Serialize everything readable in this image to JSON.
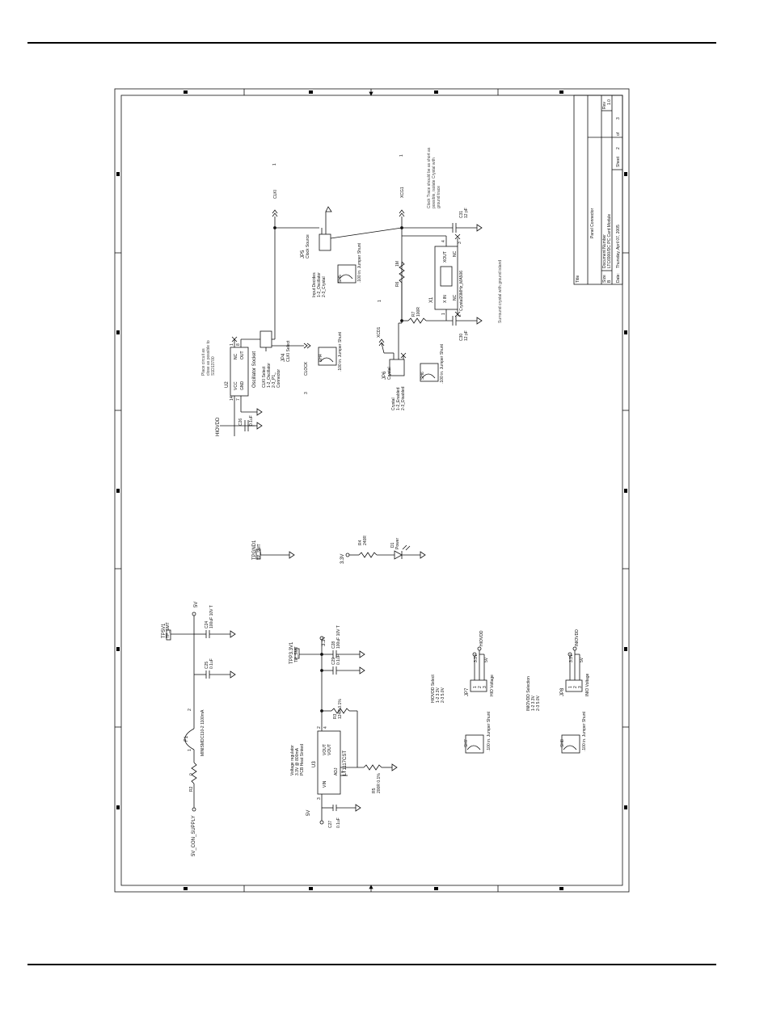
{
  "title_block": {
    "title_key": "Title",
    "title_val": "Panel Connector",
    "size_key": "Size",
    "size_val": "B",
    "doc_key": "Document Number",
    "doc_val": "LTC6900/DC PC Card Module",
    "rev_key": "Rev",
    "rev_val": "1.0",
    "date_key": "Date:",
    "date_val": "Thursday, April 07, 2005",
    "sheet_key": "Sheet",
    "sheet_num": "2",
    "of": "of",
    "sheet_total": "3"
  },
  "power": {
    "tp5v1": "TP5V1",
    "tp5v1_type": "TP_SMT",
    "v5": "5V",
    "c24": "C24",
    "c24_val": "100uF 10V T",
    "c25": "C25",
    "c25_val": "0.1uF",
    "f1": "F1",
    "f1_val": "MINISMDC110-2 1100mA",
    "r2": "R2",
    "r2_val": "0",
    "supply": "5V_CON_SUPPLY",
    "pin1": "1",
    "pin2": "2"
  },
  "regulator": {
    "u3": "U3",
    "u3_part": "LT1117CST",
    "desc1": "Voltage regulator",
    "desc2": "3.3V @ 800mA",
    "desc3": "PCB Heat Sinked",
    "vin": "VIN",
    "vout1": "VOUT",
    "vout2": "VOUT",
    "adj": "ADJ",
    "p3": "3",
    "p2": "2",
    "p4": "4",
    "p1": "1",
    "tp33": "TPP3.3V1",
    "tp33_type": "TP_SMT",
    "v33": "3.3V",
    "c28": "C28",
    "c28_val": "100uF 10V T",
    "c29": "C29",
    "c29_val": "0.1uF",
    "r3": "R3",
    "r3_val": "124R 0.1%",
    "r5": "R5",
    "r5_val": "200R 0.1%",
    "c27": "C27",
    "c27_val": "0.1uF",
    "v5": "5V"
  },
  "led": {
    "v33": "3.3V",
    "r4": "R4",
    "r4_val": "240R",
    "d1": "D1",
    "d1_val": "Power"
  },
  "gnd_tp": {
    "name": "TPGND1",
    "type": "TP_SMT"
  },
  "hio_select": {
    "title": "HIOVDD Select",
    "opt1": "1-2 3.3V",
    "opt2": "2-3 5.0V",
    "jp7": "JP7",
    "jp7_sub": "HIO Voltage",
    "v33": "3.3V",
    "v5": "5V",
    "net": "HIOVDD",
    "p1": "1",
    "p2": "2",
    "p3": "3",
    "sh7": "SH7",
    "sh7_val": ".100 in. Jumper Shunt"
  },
  "inio_select": {
    "title": "INIOVDD Selection",
    "opt1": "1-2 3.3V",
    "opt2": "2-3 5.0V",
    "jp8": "JP8",
    "jp8_sub": "INIO Voltage",
    "v33": "3.3V",
    "v5": "5V",
    "net": "INIOVDD",
    "p1": "1",
    "p2": "2",
    "p3": "3",
    "sh8": "SH8",
    "sh8_val": ".100 in. Jumper Shunt"
  },
  "oscillator": {
    "hiovdd": "HIOVDD",
    "c26": "C26",
    "c26_val": "0.1uF",
    "u2": "U2",
    "u2_name": "Oscillator Socket",
    "vcc": "VCC",
    "gnd": "GND",
    "nc": "NC",
    "out": "OUT",
    "p14": "14",
    "p7": "7",
    "p1": "1",
    "p8": "8",
    "clk_desc1": "CLKI Select",
    "clk_desc2": "1-2_Oscillator",
    "clk_desc3": "2-3_P1_",
    "clk_desc4": "Connector",
    "jp4": "JP4",
    "jp4_sub": "CLKI Select",
    "sh4": "SH4",
    "sh4_val": ".100 in. Jumper Shunt",
    "clock": "CLOCK",
    "three": "3",
    "note1": "Place circuit as",
    "note2": "close as possible to",
    "note3": "S1D13700",
    "jp5": "JP5",
    "jp5_sub": "Clock Source",
    "src1": "Input Decides",
    "src2": "1-2_Oscillator",
    "src3": "2-3_Crystal",
    "sh5": "SH5",
    "sh5_val": ".100 in. Jumper Shunt",
    "clki": "CLKI",
    "one": "1",
    "one_b": "1"
  },
  "crystal": {
    "xcg1": "XCG1",
    "xcd1": "XCD1",
    "note1": "Clock Trace should be as short as",
    "note2": "possible, isolate Crystal with",
    "note3": "ground trace",
    "c31": "C31",
    "c31_val": "12 pF",
    "c30": "C30",
    "c30_val": "12 pF",
    "r6": "R6",
    "r6_val": "1M",
    "r7": "R7",
    "r7_val": "100R",
    "x1": "X1",
    "x1_val": "Crystal20MHz_MA506",
    "xin": "X IN",
    "xout": "XOUT",
    "nc1": "NC",
    "nc2": "NC",
    "p1": "1",
    "p2": "2",
    "p3": "3",
    "p4": "4",
    "jp6": "JP6",
    "jp6_sub": "Crystal",
    "cr1": "Crystal",
    "cr2": "1-2_Enabled",
    "cr3": "2-3_Disabled",
    "sh6": "SH6",
    "sh6_val": ".100 in. Jumper Shunt",
    "gndnote": "Surround crystal with ground island",
    "one": "1"
  }
}
